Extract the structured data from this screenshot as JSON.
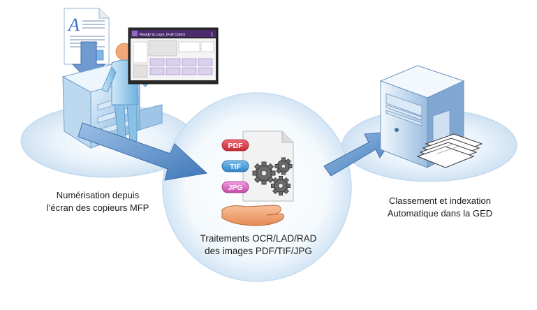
{
  "colors": {
    "ellipse_fill": "#d6e7f6",
    "ellipse_edge": "#a9c8e6",
    "arrow_fill": "#5b8fc8",
    "pdf_badge": "#d9333f",
    "tif_badge": "#2f86c8",
    "jpg_badge": "#c64aa8",
    "hand": "#f2a06d"
  },
  "screen": {
    "title": "Ready to copy. (Full Color)",
    "page_number": "1"
  },
  "file_badges": [
    "PDF",
    "TIF",
    "JPG"
  ],
  "left": {
    "line1": "Numérisation depuis",
    "line2": "l’écran des copieurs MFP"
  },
  "center": {
    "line1": "Traitements OCR/LAD/RAD",
    "line2": "des images PDF/TIF/JPG"
  },
  "right": {
    "line1": "Classement et indexation",
    "line2": "Automatique dans la GED"
  }
}
